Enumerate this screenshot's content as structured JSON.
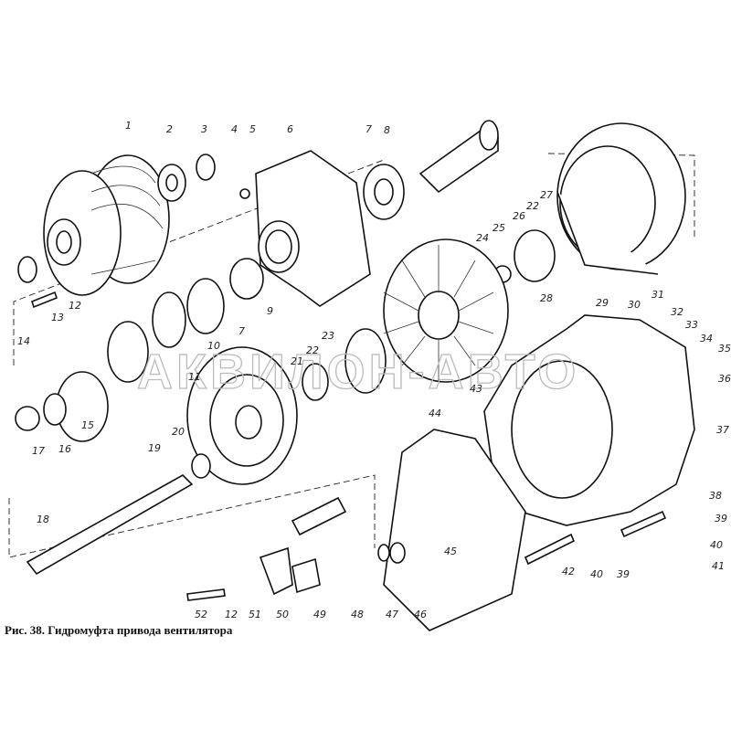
{
  "figure": {
    "caption": "Рис. 38. Гидромуфта привода вентилятора",
    "watermark": "АКВИЛОН-АВТО"
  },
  "labels": [
    "1",
    "2",
    "3",
    "4",
    "5",
    "6",
    "7",
    "8",
    "27",
    "22",
    "26",
    "25",
    "24",
    "14",
    "13",
    "12",
    "28",
    "29",
    "30",
    "31",
    "32",
    "33",
    "34",
    "35",
    "36",
    "37",
    "38",
    "9",
    "7",
    "10",
    "11",
    "23",
    "22",
    "21",
    "43",
    "44",
    "17",
    "16",
    "15",
    "20",
    "19",
    "18",
    "45",
    "39",
    "40",
    "41",
    "42",
    "40",
    "39",
    "47",
    "46",
    "48",
    "49",
    "50",
    "51",
    "12",
    "52"
  ]
}
